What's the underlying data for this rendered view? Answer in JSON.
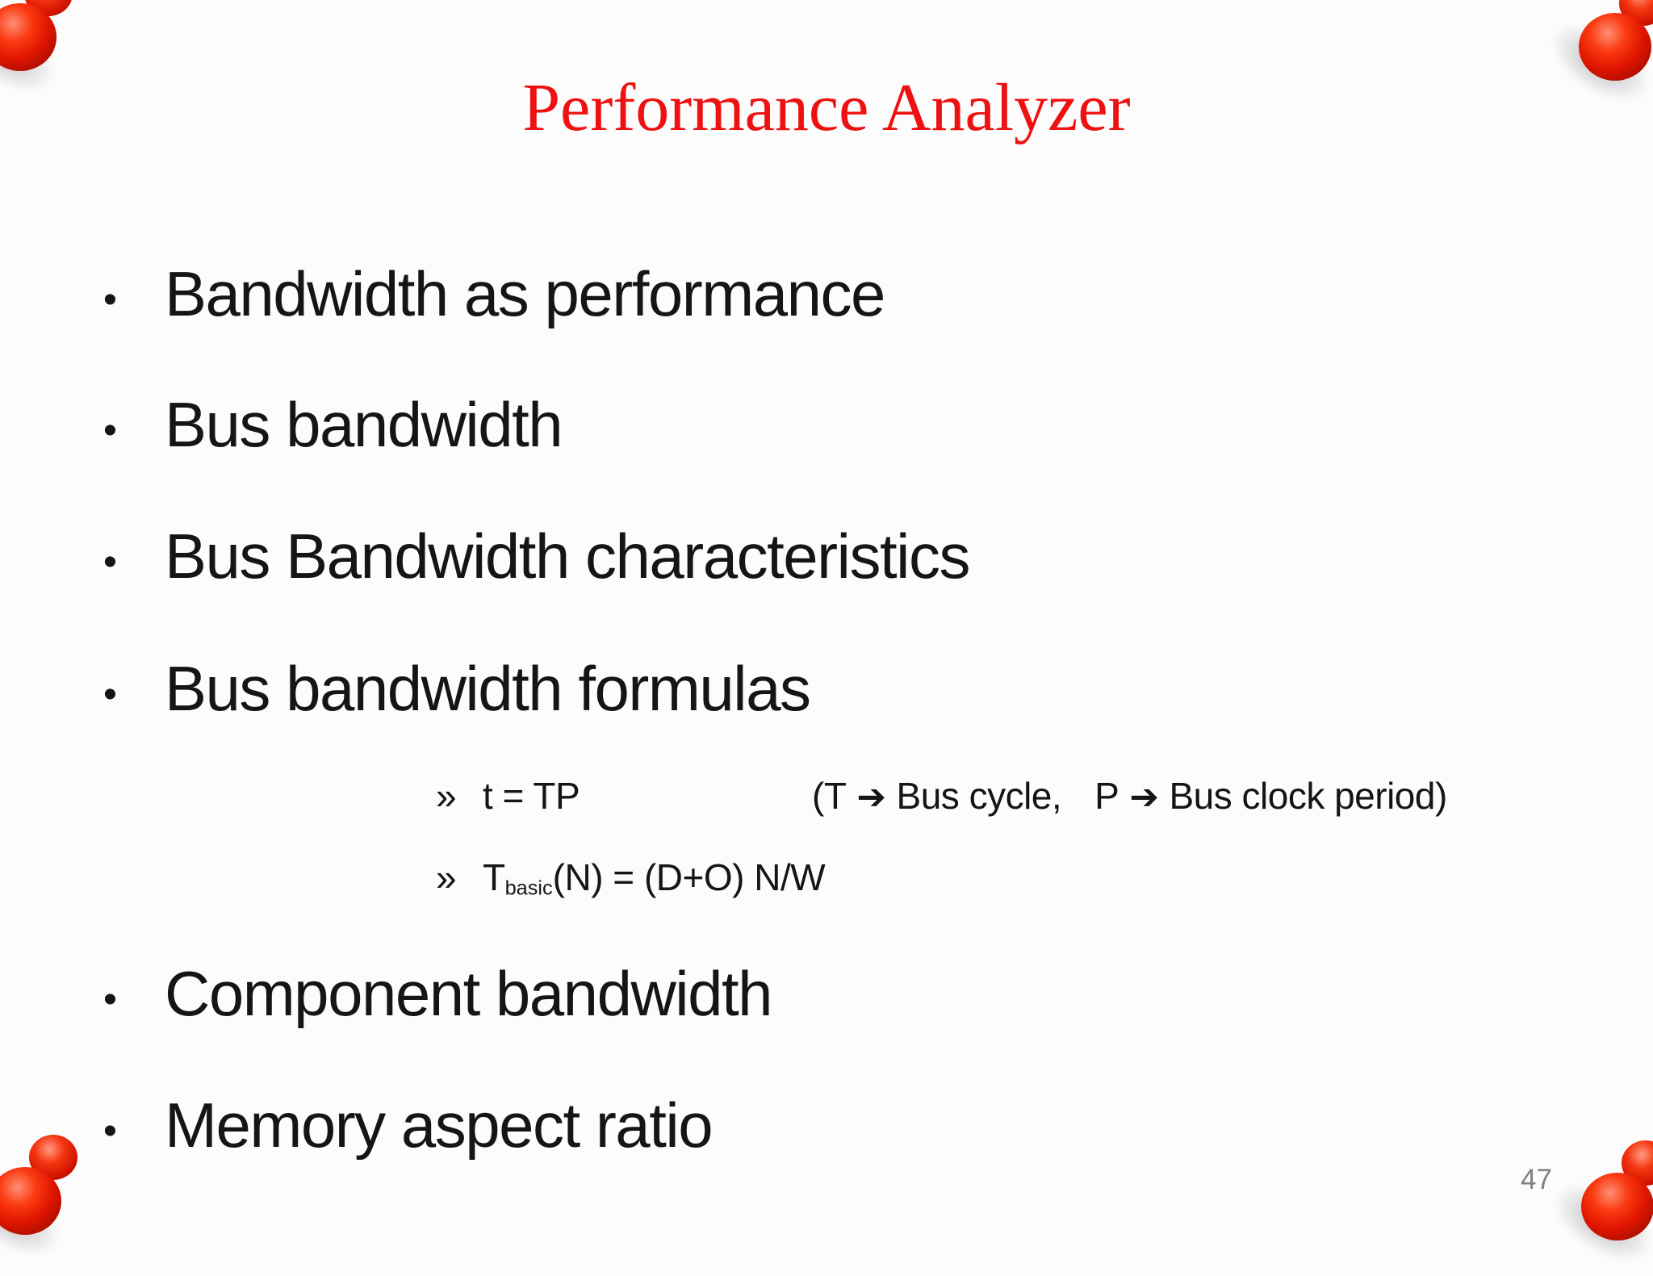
{
  "slide": {
    "title": "Performance Analyzer",
    "page_number": "47",
    "bullet_char": "•",
    "sub_marker": "»",
    "bullets": {
      "b1": "Bandwidth as performance",
      "b2": "Bus bandwidth",
      "b3": "Bus Bandwidth characteristics",
      "b4": "Bus bandwidth formulas",
      "b5": "Component bandwidth",
      "b6": "Memory aspect ratio"
    },
    "formulas": {
      "line1": {
        "lhs": "t = TP",
        "annot_open": "(T",
        "annot_mid1": "Bus cycle,",
        "annot_p": "P",
        "annot_close": "Bus clock period)"
      },
      "line2": {
        "base": "T",
        "subscript": "basic",
        "rest": "(N) = (D+O) N/W"
      }
    },
    "icons": {
      "arrow": "➔",
      "pushpin": "red-pushpin"
    },
    "colors": {
      "title": "#ee1111",
      "text": "#151515",
      "page_number": "#808080",
      "pin_red": "#e01500"
    }
  }
}
